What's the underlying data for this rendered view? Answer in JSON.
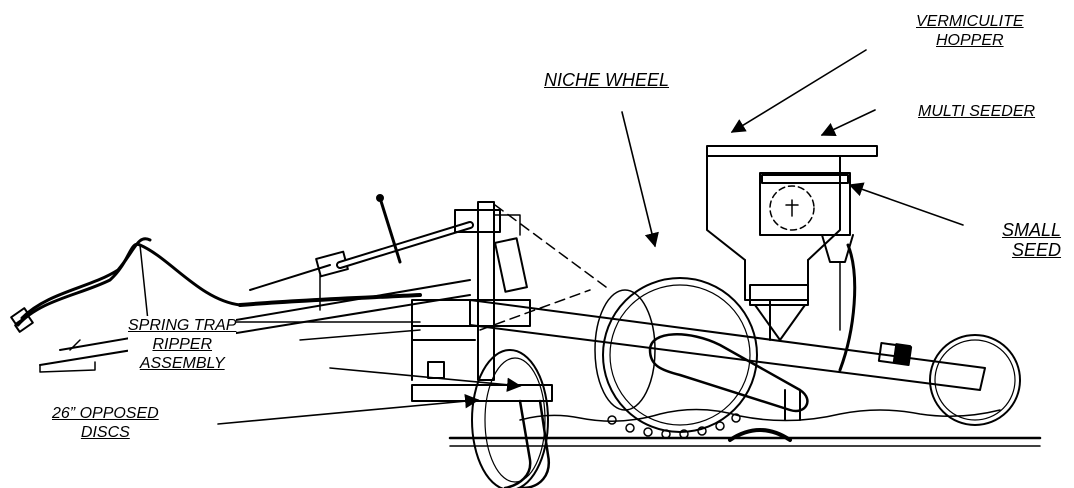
{
  "labels": {
    "vermiculite_hopper": [
      "VERMICULITE",
      "HOPPER"
    ],
    "niche_wheel": "NICHE WHEEL",
    "multi_seeder": "MULTI SEEDER",
    "small_seed": [
      "SMALL",
      "SEED"
    ],
    "spring_trap_ripper": [
      "SPRING TRAP",
      "RIPPER",
      "ASSEMBLY"
    ],
    "opposed_discs": [
      "26” OPPOSED",
      "DISCS"
    ]
  },
  "colors": {
    "line": "#000000",
    "background": "#ffffff"
  }
}
